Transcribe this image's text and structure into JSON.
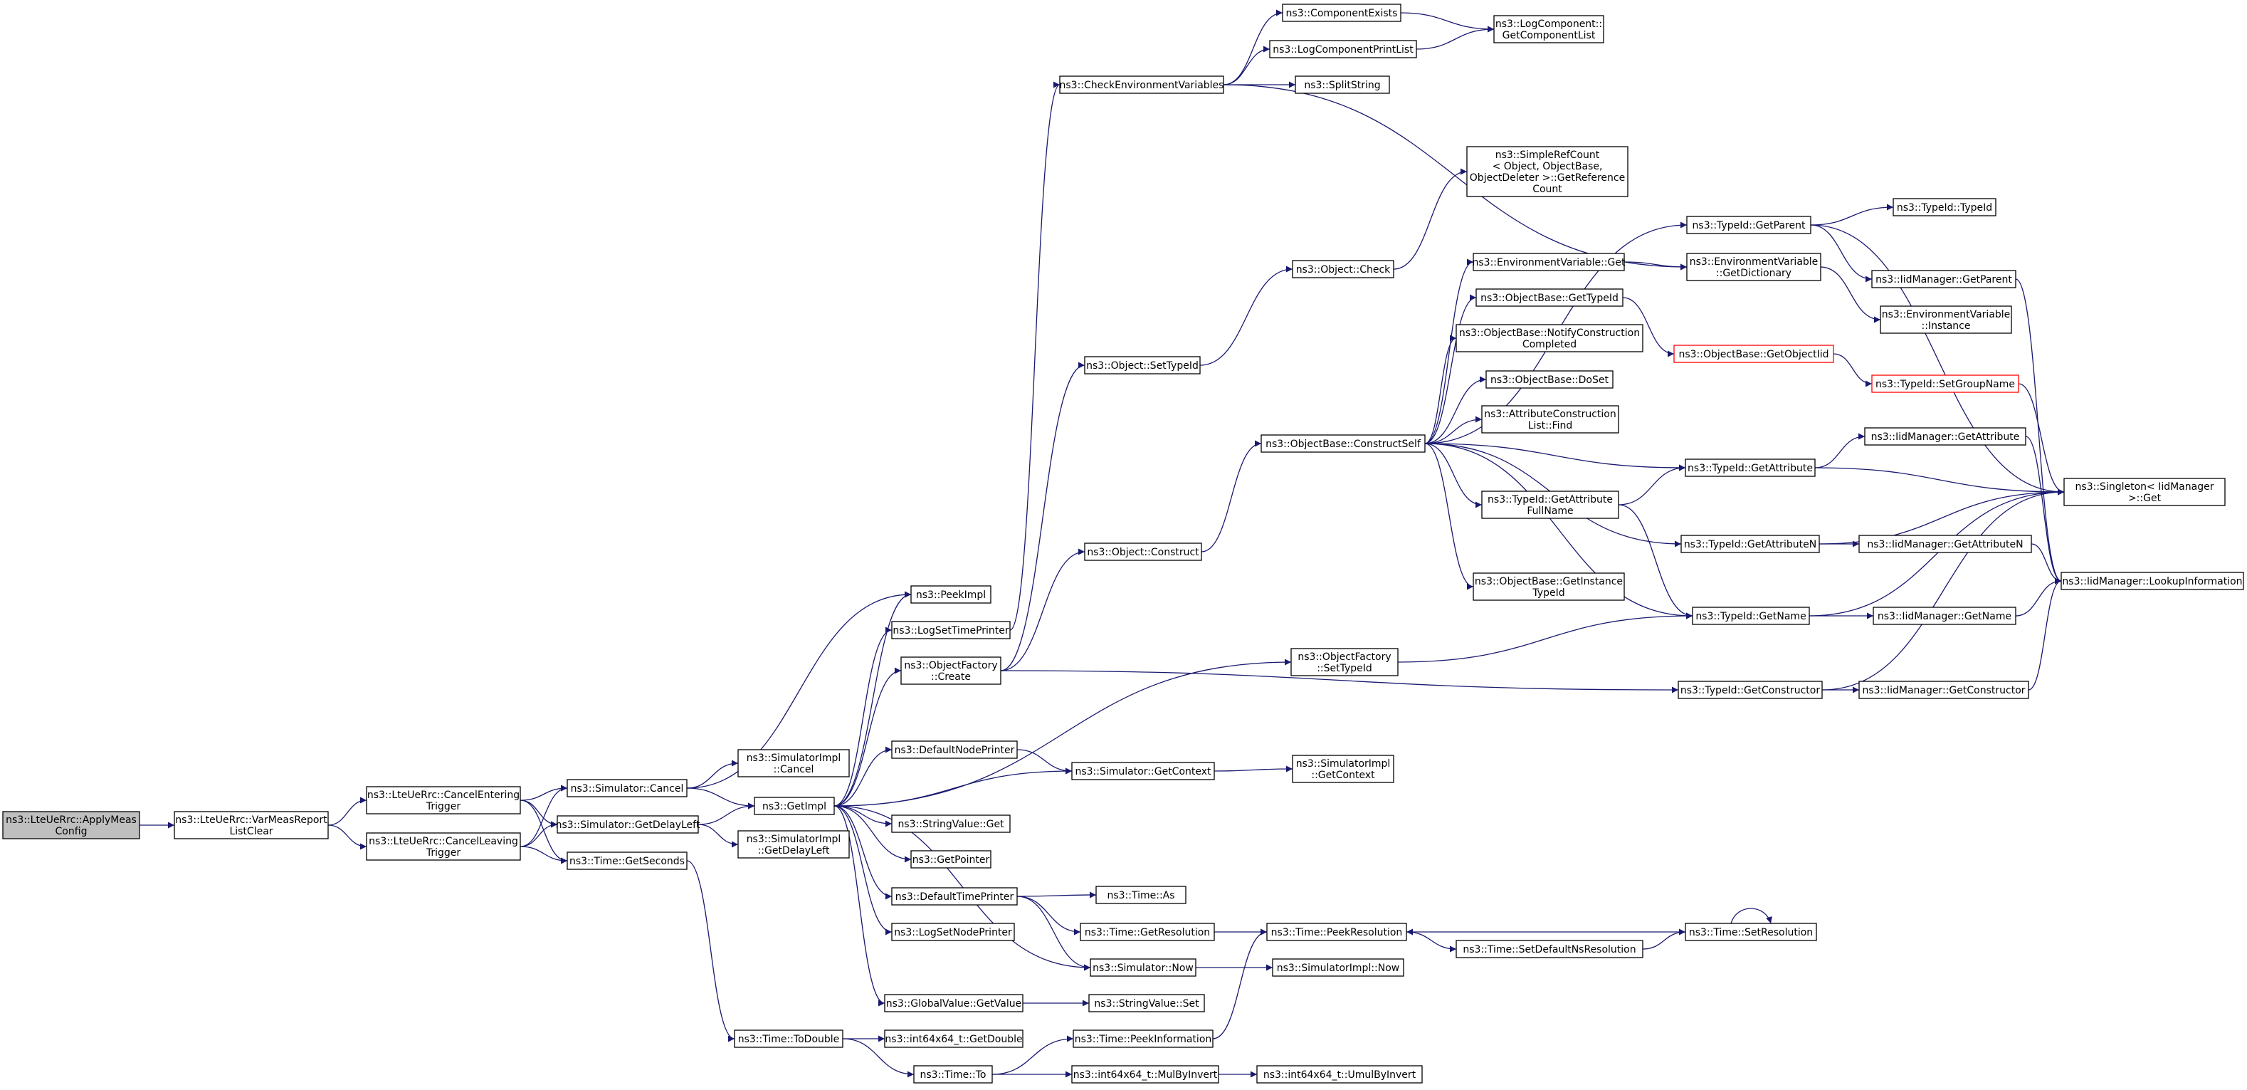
{
  "colors": {
    "edge": "#191970",
    "node_border": "#000000",
    "node_fill": "#ffffff",
    "root_fill": "#bfbfbf",
    "truncated_border": "#ff0000"
  },
  "nodes": [
    {
      "id": "n0",
      "lines": [
        "ns3::LteUeRrc::ApplyMeas",
        "Config"
      ],
      "root": true
    },
    {
      "id": "n1",
      "lines": [
        "ns3::LteUeRrc::VarMeasReport",
        "ListClear"
      ]
    },
    {
      "id": "n2",
      "lines": [
        "ns3::LteUeRrc::CancelEntering",
        "Trigger"
      ]
    },
    {
      "id": "n3",
      "lines": [
        "ns3::LteUeRrc::CancelLeaving",
        "Trigger"
      ]
    },
    {
      "id": "n4",
      "lines": [
        "ns3::Simulator::Cancel"
      ]
    },
    {
      "id": "n5",
      "lines": [
        "ns3::Simulator::GetDelayLeft"
      ]
    },
    {
      "id": "n6",
      "lines": [
        "ns3::Time::GetSeconds"
      ]
    },
    {
      "id": "n7",
      "lines": [
        "ns3::PeekImpl"
      ]
    },
    {
      "id": "n8",
      "lines": [
        "ns3::SimulatorImpl",
        "::Cancel"
      ]
    },
    {
      "id": "n9",
      "lines": [
        "ns3::GetImpl"
      ]
    },
    {
      "id": "n10",
      "lines": [
        "ns3::SimulatorImpl",
        "::GetDelayLeft"
      ]
    },
    {
      "id": "n11",
      "lines": [
        "ns3::Time::ToDouble"
      ]
    },
    {
      "id": "n12",
      "lines": [
        "ns3::LogSetTimePrinter"
      ]
    },
    {
      "id": "n13",
      "lines": [
        "ns3::ObjectFactory",
        "::Create"
      ]
    },
    {
      "id": "n14",
      "lines": [
        "ns3::DefaultNodePrinter"
      ]
    },
    {
      "id": "n15",
      "lines": [
        "ns3::StringValue::Get"
      ]
    },
    {
      "id": "n16",
      "lines": [
        "ns3::GetPointer"
      ]
    },
    {
      "id": "n17",
      "lines": [
        "ns3::DefaultTimePrinter"
      ]
    },
    {
      "id": "n18",
      "lines": [
        "ns3::LogSetNodePrinter"
      ]
    },
    {
      "id": "n19",
      "lines": [
        "ns3::GlobalValue::GetValue"
      ]
    },
    {
      "id": "n20",
      "lines": [
        "ns3::int64x64_t::GetDouble"
      ]
    },
    {
      "id": "n21",
      "lines": [
        "ns3::Time::To"
      ]
    },
    {
      "id": "n22",
      "lines": [
        "ns3::CheckEnvironmentVariables"
      ]
    },
    {
      "id": "n23",
      "lines": [
        "ns3::Object::SetTypeId"
      ]
    },
    {
      "id": "n24",
      "lines": [
        "ns3::Object::Construct"
      ]
    },
    {
      "id": "n25",
      "lines": [
        "ns3::Simulator::GetContext"
      ]
    },
    {
      "id": "n26",
      "lines": [
        "ns3::Time::As"
      ]
    },
    {
      "id": "n27",
      "lines": [
        "ns3::Time::GetResolution"
      ]
    },
    {
      "id": "n28",
      "lines": [
        "ns3::Simulator::Now"
      ]
    },
    {
      "id": "n29",
      "lines": [
        "ns3::StringValue::Set"
      ]
    },
    {
      "id": "n30",
      "lines": [
        "ns3::Time::PeekInformation"
      ]
    },
    {
      "id": "n31",
      "lines": [
        "ns3::int64x64_t::MulByInvert"
      ]
    },
    {
      "id": "n32",
      "lines": [
        "ns3::ComponentExists"
      ]
    },
    {
      "id": "n33",
      "lines": [
        "ns3::LogComponentPrintList"
      ]
    },
    {
      "id": "n34",
      "lines": [
        "ns3::SplitString"
      ]
    },
    {
      "id": "n35",
      "lines": [
        "ns3::Object::Check"
      ]
    },
    {
      "id": "n36",
      "lines": [
        "ns3::ObjectBase::ConstructSelf"
      ]
    },
    {
      "id": "n37",
      "lines": [
        "ns3::ObjectFactory",
        "::SetTypeId"
      ]
    },
    {
      "id": "n38",
      "lines": [
        "ns3::SimulatorImpl",
        "::GetContext"
      ]
    },
    {
      "id": "n39",
      "lines": [
        "ns3::Time::PeekResolution"
      ]
    },
    {
      "id": "n40",
      "lines": [
        "ns3::SimulatorImpl::Now"
      ]
    },
    {
      "id": "n41",
      "lines": [
        "ns3::int64x64_t::UmulByInvert"
      ]
    },
    {
      "id": "n42",
      "lines": [
        "ns3::SimpleRefCount",
        "< Object, ObjectBase,",
        "ObjectDeleter >::GetReference",
        "Count"
      ]
    },
    {
      "id": "n43",
      "lines": [
        "ns3::EnvironmentVariable::Get"
      ]
    },
    {
      "id": "n44",
      "lines": [
        "ns3::ObjectBase::GetTypeId"
      ]
    },
    {
      "id": "n45",
      "lines": [
        "ns3::ObjectBase::NotifyConstruction",
        "Completed"
      ]
    },
    {
      "id": "n46",
      "lines": [
        "ns3::ObjectBase::DoSet"
      ]
    },
    {
      "id": "n47",
      "lines": [
        "ns3::AttributeConstruction",
        "List::Find"
      ]
    },
    {
      "id": "n48",
      "lines": [
        "ns3::TypeId::GetAttribute",
        "FullName"
      ]
    },
    {
      "id": "n49",
      "lines": [
        "ns3::ObjectBase::GetInstance",
        "TypeId"
      ]
    },
    {
      "id": "n50",
      "lines": [
        "ns3::Time::SetDefaultNsResolution"
      ]
    },
    {
      "id": "n51",
      "lines": [
        "ns3::LogComponent::",
        "GetComponentList"
      ]
    },
    {
      "id": "n52",
      "lines": [
        "ns3::TypeId::GetParent"
      ]
    },
    {
      "id": "n53",
      "lines": [
        "ns3::EnvironmentVariable",
        "::GetDictionary"
      ]
    },
    {
      "id": "n54",
      "lines": [
        "ns3::ObjectBase::GetObjectIid"
      ],
      "truncated": true
    },
    {
      "id": "n55",
      "lines": [
        "ns3::TypeId::GetAttribute"
      ]
    },
    {
      "id": "n56",
      "lines": [
        "ns3::TypeId::GetAttributeN"
      ]
    },
    {
      "id": "n57",
      "lines": [
        "ns3::TypeId::GetName"
      ]
    },
    {
      "id": "n58",
      "lines": [
        "ns3::TypeId::GetConstructor"
      ]
    },
    {
      "id": "n59",
      "lines": [
        "ns3::Time::SetResolution"
      ]
    },
    {
      "id": "n60",
      "lines": [
        "ns3::TypeId::TypeId"
      ]
    },
    {
      "id": "n61",
      "lines": [
        "ns3::IidManager::GetParent"
      ]
    },
    {
      "id": "n62",
      "lines": [
        "ns3::EnvironmentVariable",
        "::Instance"
      ]
    },
    {
      "id": "n63",
      "lines": [
        "ns3::TypeId::SetGroupName"
      ],
      "truncated": true
    },
    {
      "id": "n64",
      "lines": [
        "ns3::IidManager::GetAttribute"
      ]
    },
    {
      "id": "n65",
      "lines": [
        "ns3::IidManager::GetAttributeN"
      ]
    },
    {
      "id": "n66",
      "lines": [
        "ns3::IidManager::GetName"
      ]
    },
    {
      "id": "n67",
      "lines": [
        "ns3::IidManager::GetConstructor"
      ]
    },
    {
      "id": "n68",
      "lines": [
        "ns3::Singleton< IidManager",
        ">::Get"
      ]
    },
    {
      "id": "n69",
      "lines": [
        "ns3::IidManager::LookupInformation"
      ]
    }
  ],
  "edges": [
    [
      "n0",
      "n1"
    ],
    [
      "n1",
      "n2"
    ],
    [
      "n1",
      "n3"
    ],
    [
      "n2",
      "n4"
    ],
    [
      "n2",
      "n5"
    ],
    [
      "n2",
      "n6"
    ],
    [
      "n3",
      "n4"
    ],
    [
      "n3",
      "n5"
    ],
    [
      "n3",
      "n6"
    ],
    [
      "n4",
      "n7"
    ],
    [
      "n4",
      "n8"
    ],
    [
      "n4",
      "n9"
    ],
    [
      "n5",
      "n9"
    ],
    [
      "n5",
      "n10"
    ],
    [
      "n6",
      "n11"
    ],
    [
      "n9",
      "n7"
    ],
    [
      "n9",
      "n12"
    ],
    [
      "n9",
      "n13"
    ],
    [
      "n9",
      "n14"
    ],
    [
      "n9",
      "n15"
    ],
    [
      "n9",
      "n16"
    ],
    [
      "n9",
      "n17"
    ],
    [
      "n9",
      "n18"
    ],
    [
      "n9",
      "n19"
    ],
    [
      "n9",
      "n25"
    ],
    [
      "n9",
      "n37"
    ],
    [
      "n9",
      "n28"
    ],
    [
      "n11",
      "n20"
    ],
    [
      "n11",
      "n21"
    ],
    [
      "n12",
      "n22"
    ],
    [
      "n13",
      "n23"
    ],
    [
      "n13",
      "n24"
    ],
    [
      "n13",
      "n58"
    ],
    [
      "n14",
      "n25"
    ],
    [
      "n17",
      "n26"
    ],
    [
      "n17",
      "n27"
    ],
    [
      "n17",
      "n28"
    ],
    [
      "n19",
      "n29"
    ],
    [
      "n21",
      "n30"
    ],
    [
      "n21",
      "n31"
    ],
    [
      "n22",
      "n32"
    ],
    [
      "n22",
      "n33"
    ],
    [
      "n22",
      "n34"
    ],
    [
      "n22",
      "n53"
    ],
    [
      "n23",
      "n35"
    ],
    [
      "n24",
      "n36"
    ],
    [
      "n25",
      "n38"
    ],
    [
      "n27",
      "n39"
    ],
    [
      "n28",
      "n40"
    ],
    [
      "n30",
      "n39"
    ],
    [
      "n31",
      "n41"
    ],
    [
      "n32",
      "n51"
    ],
    [
      "n33",
      "n51"
    ],
    [
      "n35",
      "n42"
    ],
    [
      "n36",
      "n43"
    ],
    [
      "n36",
      "n44"
    ],
    [
      "n36",
      "n45"
    ],
    [
      "n36",
      "n46"
    ],
    [
      "n36",
      "n47"
    ],
    [
      "n36",
      "n48"
    ],
    [
      "n36",
      "n49"
    ],
    [
      "n36",
      "n52"
    ],
    [
      "n36",
      "n55"
    ],
    [
      "n36",
      "n56"
    ],
    [
      "n36",
      "n57"
    ],
    [
      "n37",
      "n57"
    ],
    [
      "n39",
      "n50"
    ],
    [
      "n50",
      "n59"
    ],
    [
      "n59",
      "n39"
    ],
    [
      "n59",
      "n59"
    ],
    [
      "n43",
      "n53"
    ],
    [
      "n44",
      "n54"
    ],
    [
      "n48",
      "n55"
    ],
    [
      "n48",
      "n57"
    ],
    [
      "n52",
      "n60"
    ],
    [
      "n52",
      "n61"
    ],
    [
      "n52",
      "n68"
    ],
    [
      "n53",
      "n62"
    ],
    [
      "n54",
      "n63"
    ],
    [
      "n55",
      "n64"
    ],
    [
      "n55",
      "n68"
    ],
    [
      "n56",
      "n65"
    ],
    [
      "n56",
      "n68"
    ],
    [
      "n57",
      "n66"
    ],
    [
      "n57",
      "n68"
    ],
    [
      "n58",
      "n67"
    ],
    [
      "n58",
      "n68"
    ],
    [
      "n61",
      "n69"
    ],
    [
      "n63",
      "n68"
    ],
    [
      "n64",
      "n69"
    ],
    [
      "n65",
      "n69"
    ],
    [
      "n66",
      "n69"
    ],
    [
      "n67",
      "n69"
    ]
  ]
}
